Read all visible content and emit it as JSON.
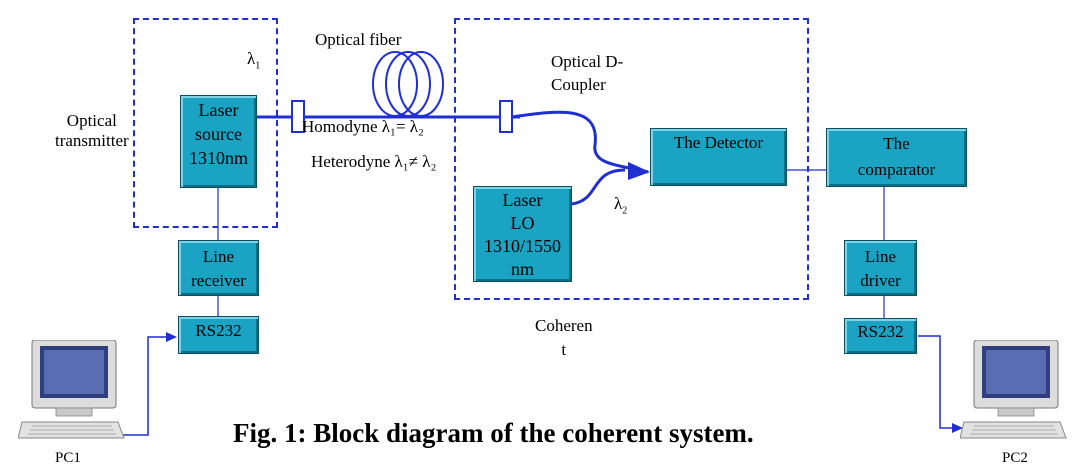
{
  "lambda1": "λ",
  "lambda1_sub": "1",
  "lambda2": "λ",
  "lambda2_sub": "2",
  "optical_fiber": "Optical fiber",
  "optical_coupler_line1": "Optical D-",
  "optical_coupler_line2": "Coupler",
  "optical_transmitter_line1": "Optical",
  "optical_transmitter_line2": "transmitter",
  "laser_source": [
    "Laser",
    "source",
    "1310nm"
  ],
  "homodyne": "Homodyne λ₁= λ₂",
  "heterodyne": "Heterodyne λ₁≠ λ₂",
  "detector": "The Detector",
  "comparator": [
    "The",
    "comparator"
  ],
  "laser_lo": [
    "Laser",
    "LO",
    "1310/1550",
    "nm"
  ],
  "line_receiver": [
    "Line",
    "receiver"
  ],
  "line_driver": [
    "Line",
    "driver"
  ],
  "rs232_left": "RS232",
  "rs232_right": "RS232",
  "coherent_line1": "Coheren",
  "coherent_line2": "t",
  "pc1": "PC1",
  "pc2": "PC2",
  "caption": "Fig. 1: Block diagram of the coherent system.",
  "colors": {
    "box": "#1aa3c2",
    "wire": "#1f2fd0",
    "dash": "#1f2fd0"
  }
}
